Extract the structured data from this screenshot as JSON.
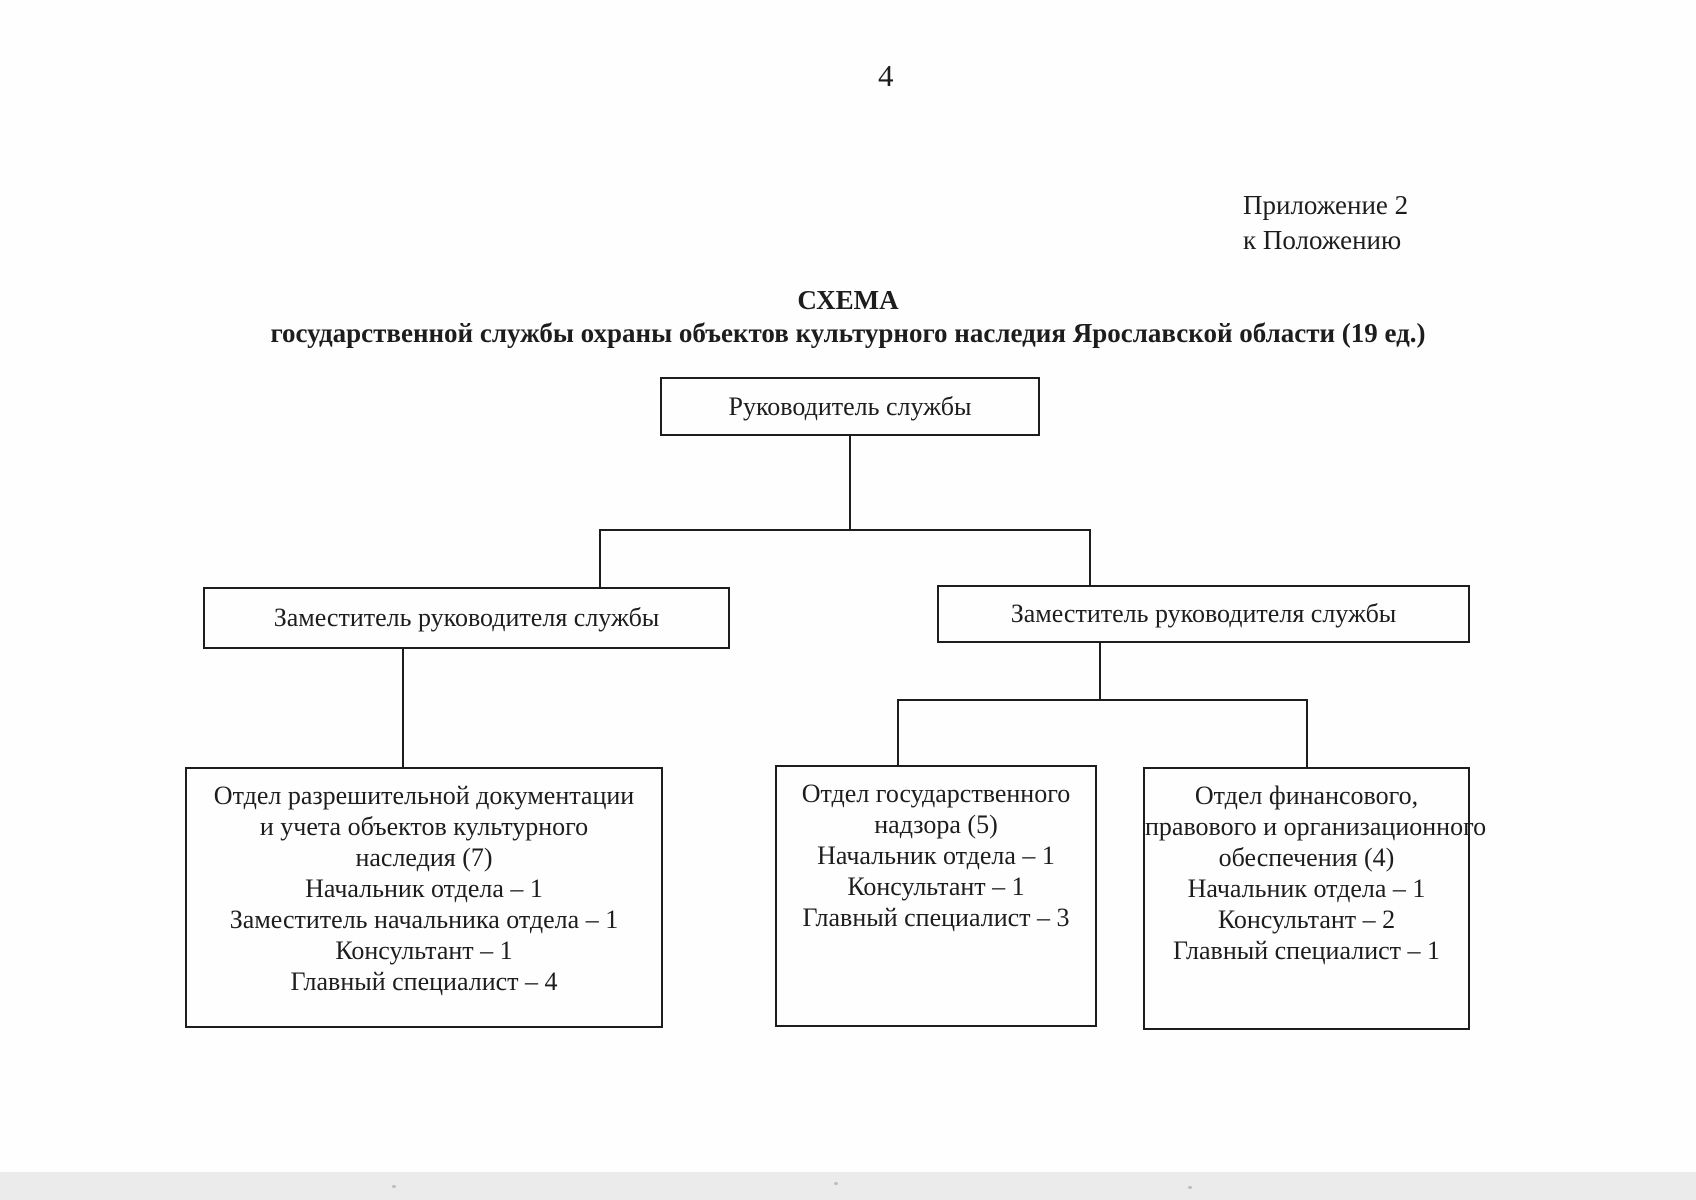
{
  "colors": {
    "ink": "#1d1d1d",
    "paper": "#fefefe",
    "scan_strip": "#ebebeb"
  },
  "page": {
    "number": "4",
    "annotation": [
      "Приложение 2",
      "к Положению"
    ]
  },
  "title": {
    "heading": "СХЕМА",
    "subheading": "государственной службы охраны объектов культурного наследия Ярославской области (19 ед.)"
  },
  "org": {
    "root": {
      "label": "Руководитель службы"
    },
    "deputies": [
      {
        "label": "Заместитель руководителя службы"
      },
      {
        "label": "Заместитель руководителя службы"
      }
    ],
    "departments": [
      {
        "lines": [
          "Отдел разрешительной документации",
          "и учета объектов культурного",
          "наследия (7)",
          "Начальник отдела – 1",
          "Заместитель начальника отдела – 1",
          "Консультант – 1",
          "Главный специалист – 4"
        ]
      },
      {
        "lines": [
          "Отдел государственного",
          "надзора (5)",
          "Начальник отдела – 1",
          "Консультант – 1",
          "Главный специалист – 3"
        ]
      },
      {
        "lines": [
          "Отдел финансового,",
          "правового и организационного",
          "обеспечения (4)",
          "Начальник отдела – 1",
          "Консультант – 2",
          "Главный специалист – 1"
        ]
      }
    ]
  }
}
